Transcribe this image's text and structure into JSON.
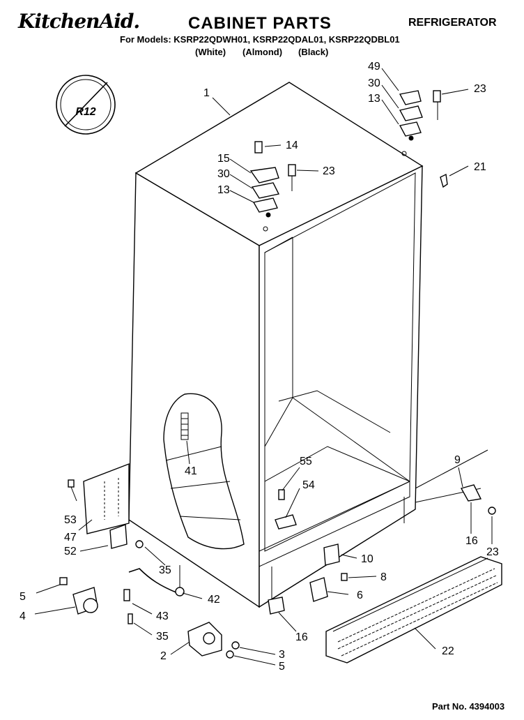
{
  "header": {
    "brand": "KitchenAid.",
    "title": "CABINET PARTS",
    "appliance": "REFRIGERATOR",
    "models_line": "For Models: KSRP22QDWH01, KSRP22QDAL01, KSRP22QDBL01",
    "colors": {
      "white": "(White)",
      "almond": "(Almond)",
      "black": "(Black)"
    }
  },
  "badge": {
    "text": "R12",
    "icon": "no-r12-refrigerant-icon"
  },
  "footer": {
    "part_no": "Part No. 4394003"
  },
  "callouts": {
    "c1": "1",
    "c49": "49",
    "c30a": "30",
    "c13a": "13",
    "c23a": "23",
    "c14": "14",
    "c15": "15",
    "c30b": "30",
    "c23b": "23",
    "c13b": "13",
    "c21": "21",
    "c41": "41",
    "c55": "55",
    "c54": "54",
    "c9": "9",
    "c16a": "16",
    "c23c": "23",
    "c53": "53",
    "c47": "47",
    "c52": "52",
    "c35a": "35",
    "c10": "10",
    "c8": "8",
    "c6": "6",
    "c5a": "5",
    "c42": "42",
    "c4": "4",
    "c43": "43",
    "c35b": "35",
    "c22": "22",
    "c16b": "16",
    "c2": "2",
    "c3": "3",
    "c5b": "5"
  }
}
